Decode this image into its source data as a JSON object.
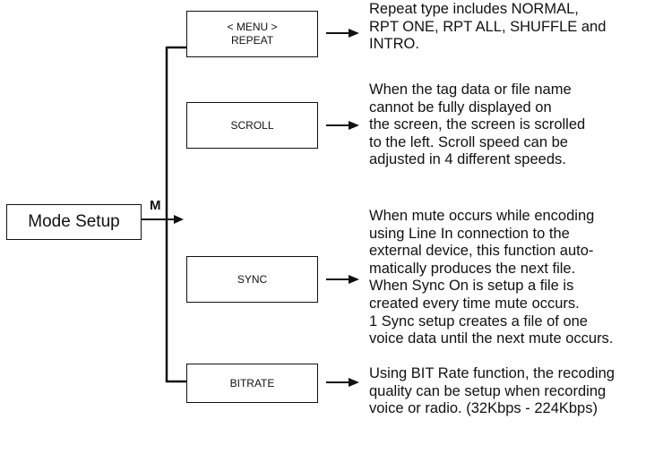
{
  "mode_setup": {
    "label": "Mode Setup",
    "branch_marker": "M"
  },
  "items": [
    {
      "title": "< MENU >",
      "label": "REPEAT",
      "description": "Repeat type includes NORMAL,\nRPT ONE, RPT ALL, SHUFFLE and\nINTRO."
    },
    {
      "title": "",
      "label": "SCROLL",
      "description": "When the tag data or file name\ncannot be fully displayed on\nthe screen, the screen is scrolled\nto the left. Scroll speed can be\nadjusted in 4 different speeds."
    },
    {
      "title": "",
      "label": "SYNC",
      "description": "When mute occurs while encoding\nusing Line In connection to the\nexternal device, this function auto-\nmatically produces the next file.\nWhen Sync On is setup a file is\ncreated every time mute occurs.\n1 Sync setup creates a file of one\nvoice data until the next mute occurs."
    },
    {
      "title": "",
      "label": "BITRATE",
      "description": "Using BIT Rate function, the recoding\nquality can be setup when recording\nvoice or radio. (32Kbps - 224Kbps)"
    }
  ]
}
